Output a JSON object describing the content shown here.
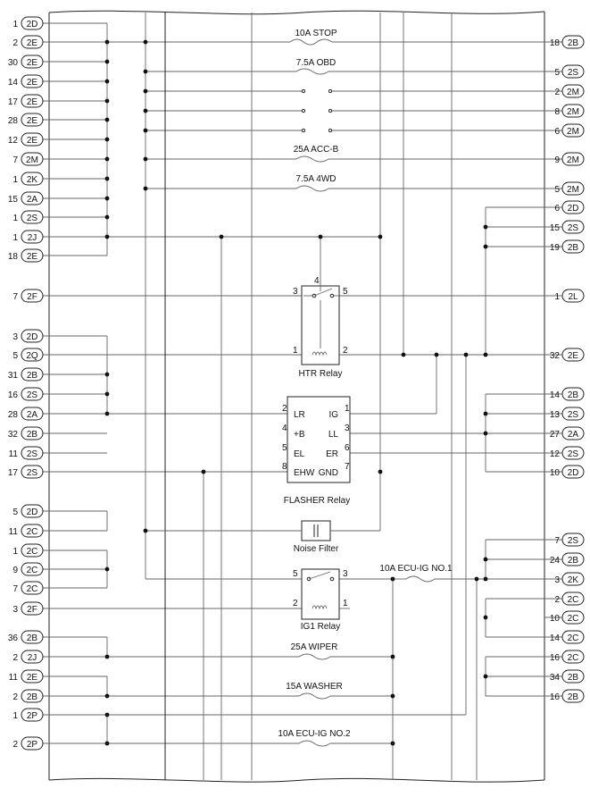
{
  "left_connectors": [
    {
      "pin": "1",
      "conn": "2D"
    },
    {
      "pin": "2",
      "conn": "2E"
    },
    {
      "pin": "30",
      "conn": "2E"
    },
    {
      "pin": "14",
      "conn": "2E"
    },
    {
      "pin": "17",
      "conn": "2E"
    },
    {
      "pin": "28",
      "conn": "2E"
    },
    {
      "pin": "12",
      "conn": "2E"
    },
    {
      "pin": "7",
      "conn": "2M"
    },
    {
      "pin": "1",
      "conn": "2K"
    },
    {
      "pin": "15",
      "conn": "2A"
    },
    {
      "pin": "1",
      "conn": "2S"
    },
    {
      "pin": "1",
      "conn": "2J"
    },
    {
      "pin": "18",
      "conn": "2E"
    },
    {
      "pin": "7",
      "conn": "2F"
    },
    {
      "pin": "3",
      "conn": "2D"
    },
    {
      "pin": "5",
      "conn": "2Q"
    },
    {
      "pin": "31",
      "conn": "2B"
    },
    {
      "pin": "16",
      "conn": "2S"
    },
    {
      "pin": "28",
      "conn": "2A"
    },
    {
      "pin": "32",
      "conn": "2B"
    },
    {
      "pin": "11",
      "conn": "2S"
    },
    {
      "pin": "17",
      "conn": "2S"
    },
    {
      "pin": "5",
      "conn": "2D"
    },
    {
      "pin": "11",
      "conn": "2C"
    },
    {
      "pin": "1",
      "conn": "2C"
    },
    {
      "pin": "9",
      "conn": "2C"
    },
    {
      "pin": "7",
      "conn": "2C"
    },
    {
      "pin": "3",
      "conn": "2F"
    },
    {
      "pin": "36",
      "conn": "2B"
    },
    {
      "pin": "2",
      "conn": "2J"
    },
    {
      "pin": "11",
      "conn": "2E"
    },
    {
      "pin": "2",
      "conn": "2B"
    },
    {
      "pin": "1",
      "conn": "2P"
    },
    {
      "pin": "2",
      "conn": "2P"
    }
  ],
  "right_connectors": [
    {
      "pin": "18",
      "conn": "2B"
    },
    {
      "pin": "5",
      "conn": "2S"
    },
    {
      "pin": "2",
      "conn": "2M"
    },
    {
      "pin": "8",
      "conn": "2M"
    },
    {
      "pin": "6",
      "conn": "2M"
    },
    {
      "pin": "9",
      "conn": "2M"
    },
    {
      "pin": "5",
      "conn": "2M"
    },
    {
      "pin": "6",
      "conn": "2D"
    },
    {
      "pin": "15",
      "conn": "2S"
    },
    {
      "pin": "19",
      "conn": "2B"
    },
    {
      "pin": "1",
      "conn": "2L"
    },
    {
      "pin": "32",
      "conn": "2E"
    },
    {
      "pin": "14",
      "conn": "2B"
    },
    {
      "pin": "13",
      "conn": "2S"
    },
    {
      "pin": "27",
      "conn": "2A"
    },
    {
      "pin": "12",
      "conn": "2S"
    },
    {
      "pin": "10",
      "conn": "2D"
    },
    {
      "pin": "7",
      "conn": "2S"
    },
    {
      "pin": "24",
      "conn": "2B"
    },
    {
      "pin": "3",
      "conn": "2K"
    },
    {
      "pin": "2",
      "conn": "2C"
    },
    {
      "pin": "10",
      "conn": "2C"
    },
    {
      "pin": "14",
      "conn": "2C"
    },
    {
      "pin": "16",
      "conn": "2C"
    },
    {
      "pin": "34",
      "conn": "2B"
    },
    {
      "pin": "16",
      "conn": "2B"
    }
  ],
  "fuses": {
    "stop": "10A STOP",
    "obd": "7.5A OBD",
    "accb": "25A ACC-B",
    "wd4": "7.5A 4WD",
    "ecuig1": "10A ECU-IG NO.1",
    "wiper": "25A WIPER",
    "washer": "15A WASHER",
    "ecuig2": "10A ECU-IG NO.2"
  },
  "htr_relay": {
    "name": "HTR Relay",
    "p4": "4",
    "p3": "3",
    "p5": "5",
    "p1": "1",
    "p2": "2"
  },
  "flasher_relay": {
    "name": "FLASHER Relay",
    "pins": [
      {
        "num": "2",
        "label": "LR"
      },
      {
        "num": "1",
        "label": "IG"
      },
      {
        "num": "4",
        "label": "+B"
      },
      {
        "num": "3",
        "label": "LL"
      },
      {
        "num": "5",
        "label": "EL"
      },
      {
        "num": "6",
        "label": "ER"
      },
      {
        "num": "8",
        "label": "EHW"
      },
      {
        "num": "7",
        "label": "GND"
      }
    ]
  },
  "noise_filter": {
    "name": "Noise Filter"
  },
  "ig1_relay": {
    "name": "IG1 Relay",
    "p5": "5",
    "p3": "3",
    "p2": "2",
    "p1": "1"
  }
}
